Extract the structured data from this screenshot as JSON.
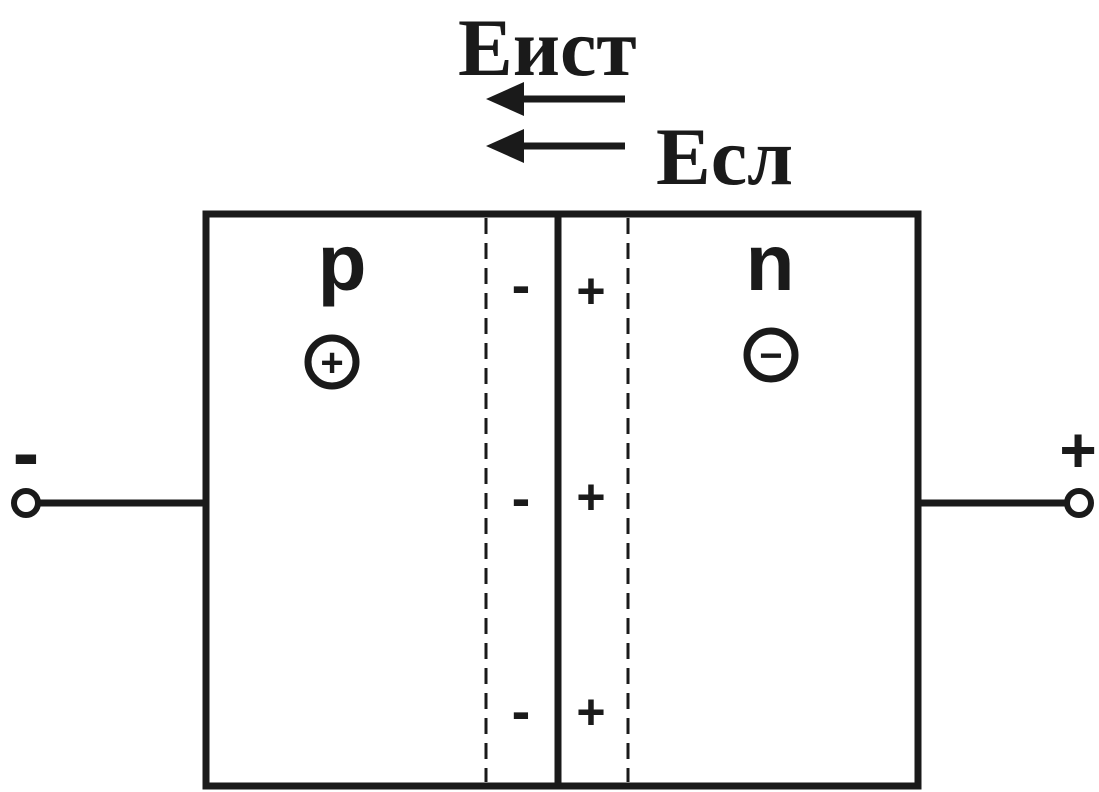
{
  "field_labels": {
    "source_field": "Eист",
    "junction_field": "Eсл"
  },
  "regions": {
    "p_label": "p",
    "n_label": "n"
  },
  "carriers": {
    "p_carrier": "+",
    "n_carrier": "−"
  },
  "depletion_charges": {
    "p_side": [
      "-",
      "-",
      "-"
    ],
    "n_side": [
      "+",
      "+",
      "+"
    ]
  },
  "terminals": {
    "left_polarity": "-",
    "right_polarity": "+"
  },
  "colors": {
    "ink": "#1a1a1a",
    "background": "#ffffff"
  }
}
